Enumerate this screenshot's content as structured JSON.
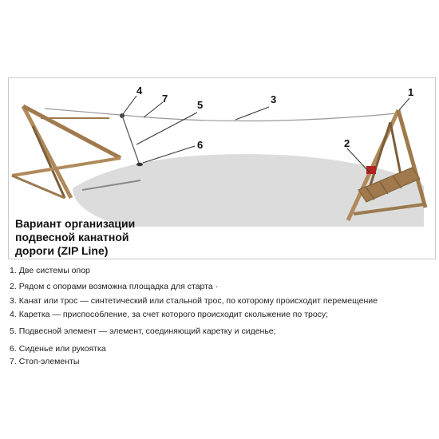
{
  "diagram": {
    "caption_lines": [
      "Вариант организации",
      "подвесной канатной",
      "дороги (ZIP Line)"
    ],
    "callouts": [
      "1",
      "2",
      "3",
      "4",
      "5",
      "6",
      "7"
    ]
  },
  "legend": {
    "items": [
      {
        "num": "1.",
        "text": "Две системы опор"
      },
      {
        "num": "2.",
        "text": "Рядом с опорами возможна площадка для старта ·"
      },
      {
        "num": "3.",
        "text": "Канат или трос — синтетический или стальной трос, по которому происходит перемещение"
      },
      {
        "num": "4.",
        "text": "Каретка — приспособление, за счет которого происходит скольжение по тросу;"
      },
      {
        "num": "5.",
        "text": "Подвесной элемент — элемент, соединяющий каретку и сиденье;"
      },
      {
        "num": "6.",
        "text": "Сиденье или рукоятка"
      },
      {
        "num": "7.",
        "text": "Стоп-элементы"
      }
    ]
  },
  "colors": {
    "ground_shadow": "#dcdcdc",
    "wood": "#b08a5c",
    "wood_dark": "#7d5e3a",
    "cable": "#9a9a9a",
    "red_platform": "#b5231f"
  }
}
